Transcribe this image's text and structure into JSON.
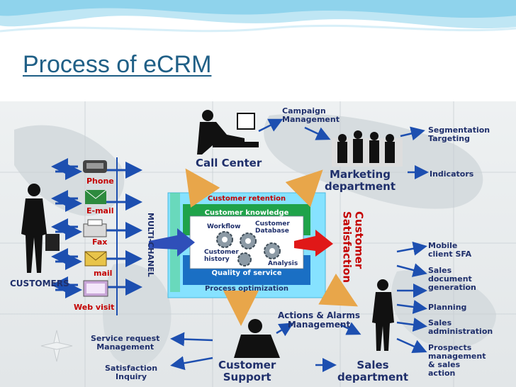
{
  "title": "Process of eCRM",
  "center": {
    "outer_top": "Customer retention",
    "inner_top": "Customer knowledge",
    "inner_bottom": "Quality of service",
    "outer_bottom": "Process optimization",
    "workflow": "Workflow",
    "customer_database": "Customer\nDatabase",
    "customer_history": "Customer\nhistory",
    "analysis": "Analysis"
  },
  "multi_channel": "MULTI-CHANEL",
  "customer_satisfaction": "Customer\nSatisfaction",
  "channels": [
    "Phone",
    "E-mail",
    "Fax",
    "mail",
    "Web visit"
  ],
  "customers": "CUSTOMERS",
  "call_center": "Call Center",
  "campaign_management": "Campaign\nManagement",
  "marketing_department": "Marketing\ndepartment",
  "marketing_outputs": [
    "Segmentation\nTargeting",
    "Indicators"
  ],
  "sales_department": "Sales\ndepartment",
  "sales_outputs": [
    "Mobile\nclient SFA",
    "Sales\ndocument\ngeneration",
    "Planning",
    "Sales\nadministration",
    "Prospects\nmanagement\n& sales\naction"
  ],
  "actions_alarms": "Actions & Alarms\nManagement",
  "customer_support": "Customer\nSupport",
  "support_outputs": [
    "Service request\nManagement",
    "Satisfaction\nInquiry"
  ],
  "colors": {
    "title": "#1f5f86",
    "label": "#1f2f6b",
    "red": "#c40000",
    "outer_box": "#7ee0ff",
    "inner_green": "#1fa34a",
    "inner_blue": "#1a6fc4",
    "arrow_orange": "#e8a64a",
    "arrow_blue": "#1d4fb0"
  }
}
